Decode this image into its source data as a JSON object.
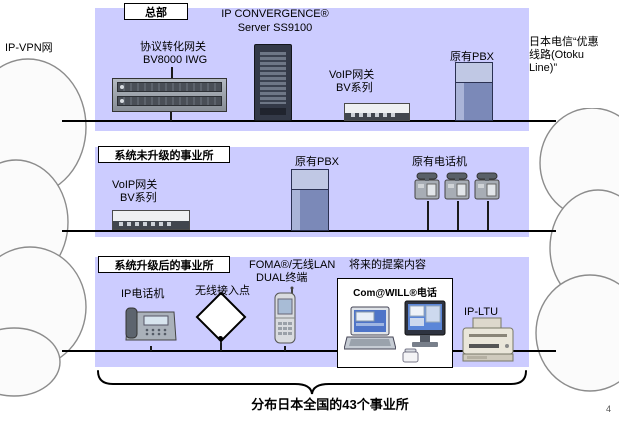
{
  "clouds": {
    "left_label": "IP-VPN网",
    "right_label": "日本电信“优惠线路(Otoku Line)”"
  },
  "hq": {
    "title": "总部",
    "server_lines": [
      "IP CONVERGENCE®",
      "Server SS9100"
    ],
    "iwg_lines": [
      "协议转化网关",
      "BV8000 IWG"
    ],
    "voip_lines": [
      "VoIP网关",
      "BV系列"
    ],
    "pbx_label": "原有PBX"
  },
  "office_legacy": {
    "title": "系统未升级的事业所",
    "voip_lines": [
      "VoIP网关",
      "BV系列"
    ],
    "pbx_label": "原有PBX",
    "phones_label": "原有电话机"
  },
  "office_upgraded": {
    "title": "系统升级后的事业所",
    "ip_phone_label": "IP电话机",
    "ap_label": "无线接入点",
    "foma_lines": [
      "FOMA®/无线LAN",
      "DUAL终端"
    ],
    "future_label": "将来的提案内容",
    "comwill_label": "Com@WILL®电话",
    "ltu_label": "IP-LTU"
  },
  "footer": {
    "caption": "分布日本全国的43个事业所"
  },
  "page": {
    "number": "4"
  },
  "colors": {
    "band_lavender": "#ccccff",
    "pbx_blue": "#7b89b8",
    "bus_line": "#000000",
    "cloud_outline": "#8c8c8c"
  }
}
